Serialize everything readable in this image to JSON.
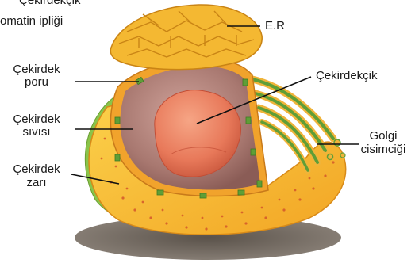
{
  "labels": {
    "nucleolus_top_cut": "Çekirdekçik",
    "chromatin_top_cut": "omatin ipliği",
    "er": "E.R",
    "pore_1": "Çekirdek",
    "pore_2": "poru",
    "nucleolus": "Çekirdekçik",
    "fluid_1": "Çekirdek",
    "fluid_2": "sıvısı",
    "golgi_1": "Golgi",
    "golgi_2": "cisimciği",
    "envelope_1": "Çekirdek",
    "envelope_2": "zarı"
  },
  "colors": {
    "cytoplasm": "#f6b52a",
    "membrane_green": "#8ac449",
    "nucleoplasm": "#a87870",
    "nucleolus": "#e8795a",
    "pore": "#5f9e37",
    "er": "#f4b832",
    "shadow": "#6a6258"
  }
}
